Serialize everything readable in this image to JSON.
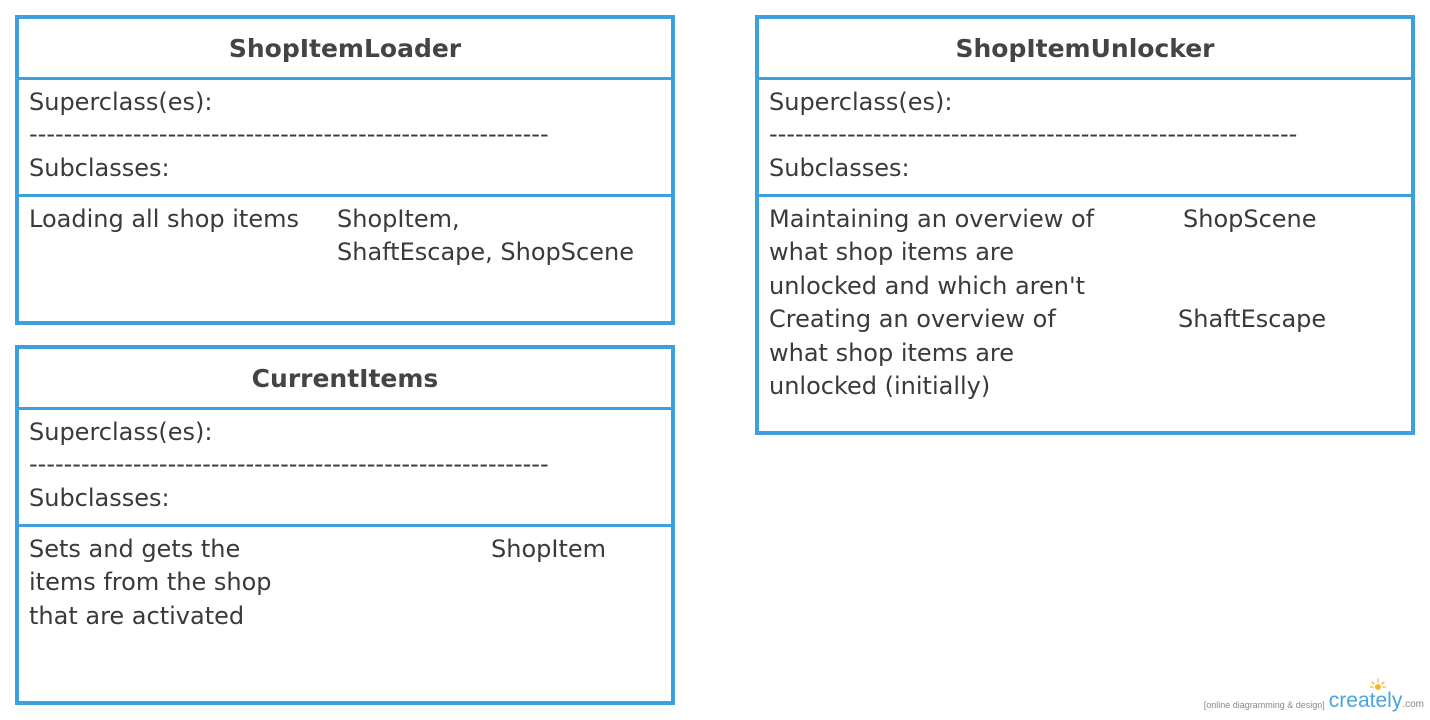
{
  "classes": [
    {
      "name": "ShopItemLoader",
      "superclasses_label": "Superclass(es):",
      "separator": "------------------------------------------------------------",
      "subclasses_label": "Subclasses:",
      "responsibilities": [
        {
          "text": "Loading all shop items",
          "collaborators": "ShopItem,"
        },
        {
          "text": "",
          "collaborators": "ShaftEscape, ShopScene"
        }
      ]
    },
    {
      "name": "CurrentItems",
      "superclasses_label": "Superclass(es):",
      "separator": "------------------------------------------------------------",
      "subclasses_label": "Subclasses:",
      "responsibilities": [
        {
          "text": "Sets and gets the",
          "collaborators": "ShopItem"
        },
        {
          "text": "items from the shop",
          "collaborators": ""
        },
        {
          "text": "that are activated",
          "collaborators": ""
        }
      ]
    },
    {
      "name": "ShopItemUnlocker",
      "superclasses_label": "Superclass(es):",
      "separator": "-------------------------------------------------------------",
      "subclasses_label": "Subclasses:",
      "responsibilities": [
        {
          "text": "Maintaining an overview of",
          "collaborators": "ShopScene"
        },
        {
          "text": "what shop items are",
          "collaborators": ""
        },
        {
          "text": "unlocked and which aren't",
          "collaborators": ""
        },
        {
          "text": "Creating an overview of",
          "collaborators": "ShaftEscape"
        },
        {
          "text": "what shop items are",
          "collaborators": ""
        },
        {
          "text": "unlocked (initially)",
          "collaborators": ""
        }
      ]
    }
  ],
  "branding": {
    "tagline": "[online diagramming & design]",
    "logo_text": "creately",
    "logo_suffix": ".com"
  }
}
